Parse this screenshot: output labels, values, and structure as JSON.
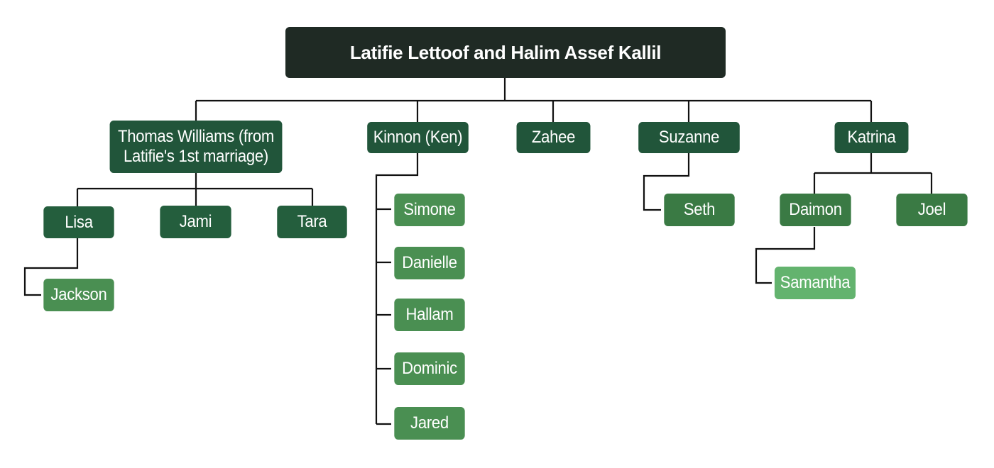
{
  "colors": {
    "root": "#1f2a24",
    "children": "#21553a",
    "grandchildren_dark": "#245e3d",
    "grandchildren_light": "#3a7a44",
    "great_grandchildren": "#4a8f52",
    "great_great_grandchild": "#63b36e",
    "lines": "#111111"
  },
  "root": {
    "label": "Latifie Lettoof and Halim Assef Kallil"
  },
  "children": [
    {
      "label_line1": "Thomas Williams (from",
      "label_line2": "Latifie's 1st marriage)",
      "children": [
        {
          "label": "Lisa",
          "children": [
            {
              "label": "Jackson"
            }
          ]
        },
        {
          "label": "Jami"
        },
        {
          "label": "Tara"
        }
      ]
    },
    {
      "label": "Kinnon (Ken)",
      "children": [
        {
          "label": "Simone"
        },
        {
          "label": "Danielle"
        },
        {
          "label": "Hallam"
        },
        {
          "label": "Dominic"
        },
        {
          "label": "Jared"
        }
      ]
    },
    {
      "label": "Zahee"
    },
    {
      "label": "Suzanne",
      "children": [
        {
          "label": "Seth"
        }
      ]
    },
    {
      "label": "Katrina",
      "children": [
        {
          "label": "Daimon",
          "children": [
            {
              "label": "Samantha"
            }
          ]
        },
        {
          "label": "Joel"
        }
      ]
    }
  ]
}
